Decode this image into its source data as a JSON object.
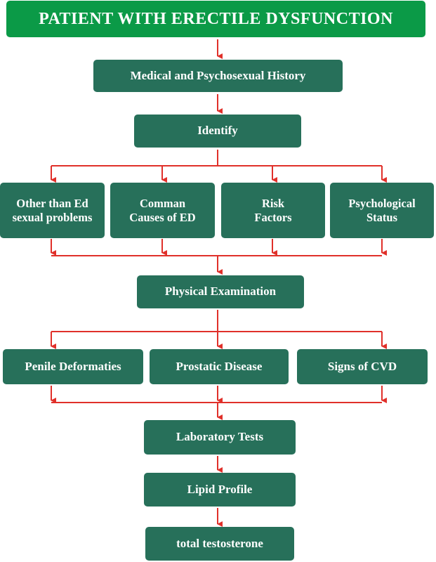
{
  "colors": {
    "title_bg": "#0b9a47",
    "box_bg": "#27705a",
    "arrow": "#e0302a"
  },
  "title": "PATIENT WITH  ERECTILE DYSFUNCTION",
  "history": "Medical and Psychosexual History",
  "identify": "Identify",
  "identify_items": [
    {
      "line1": "Other than Ed",
      "line2": "sexual problems"
    },
    {
      "line1": "Comman",
      "line2": "Causes of ED"
    },
    {
      "line1": "Risk",
      "line2": "Factors"
    },
    {
      "line1": "Psychological",
      "line2": "Status"
    }
  ],
  "physical": "Physical Examination",
  "exam_items": [
    "Penile Deformaties",
    "Prostatic Disease",
    "Signs of CVD"
  ],
  "labs": "Laboratory Tests",
  "lipid": "Lipid Profile",
  "testosterone": "total testosterone"
}
